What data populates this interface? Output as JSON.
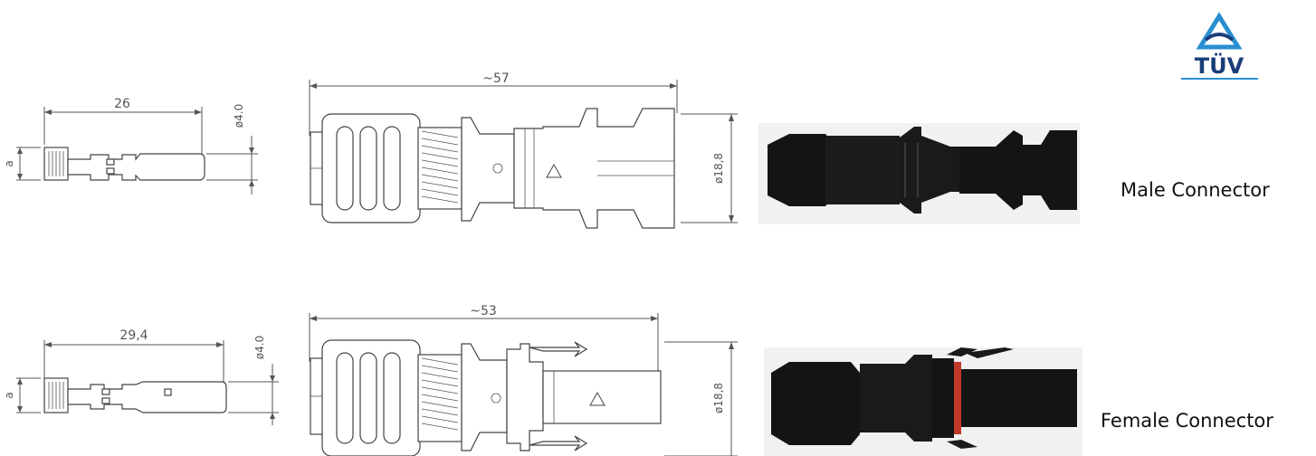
{
  "logo": {
    "text": "TÜV"
  },
  "male": {
    "label": "Male Connector",
    "pin_length": "26",
    "pin_diameter": "ø4.0",
    "pin_tag": "a",
    "body_length": "~57",
    "body_diameter": "ø18,8"
  },
  "female": {
    "label": "Female Connector",
    "pin_length": "29,4",
    "pin_diameter": "ø4.0",
    "pin_tag": "a",
    "body_length": "~53",
    "body_diameter": "ø18,8"
  },
  "colors": {
    "connector": "#141414",
    "seal": "#c0392b",
    "logo": "#1a3d7a",
    "logo_accent": "#2a8fd0"
  }
}
